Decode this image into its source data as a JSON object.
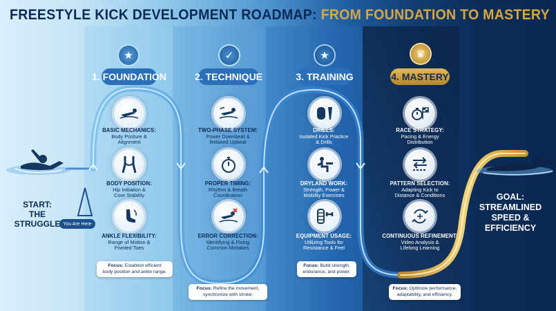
{
  "title": {
    "part1": "FREESTYLE KICK DEVELOPMENT ROADMAP:",
    "part2": "FROM FOUNDATION TO MASTERY"
  },
  "start": {
    "label": "START:\nTHE STRUGGLE",
    "line1": "START:",
    "line2": "THE STRUGGLE",
    "you_are_here": "You Are Here"
  },
  "goal": {
    "line1": "GOAL: STREAMLINED",
    "line2": "SPEED & EFFICIENCY"
  },
  "stages": [
    {
      "header": "1. FOUNDATION",
      "medal_icon": "star-medal-icon",
      "items": [
        {
          "title": "BASIC MECHANICS:",
          "desc1": "Body Posture &",
          "desc2": "Alignment",
          "icon": "swimmer-posture-icon"
        },
        {
          "title": "BODY POSITION:",
          "desc1": "Hip Initiation &",
          "desc2": "Core Stability",
          "icon": "hip-core-icon"
        },
        {
          "title": "ANKLE FLEXIBILITY:",
          "desc1": "Range of Motion &",
          "desc2": "Pointed Toes",
          "icon": "foot-icon"
        }
      ],
      "focus_label": "Focus:",
      "focus1": "Establish efficient",
      "focus2": "body position and ankle range."
    },
    {
      "header": "2. TECHNIQUE",
      "medal_icon": "check-medal-icon",
      "items": [
        {
          "title": "TWO-PHASE SYSTEM:",
          "desc1": "Power Downbeat &",
          "desc2": "Relaxed Upbeat",
          "icon": "kick-phases-icon"
        },
        {
          "title": "PROPER TIMING:",
          "desc1": "Rhythm & Breath",
          "desc2": "Coordination",
          "icon": "stopwatch-icon"
        },
        {
          "title": "ERROR CORRECTION:",
          "desc1": "Identifying & Fixing",
          "desc2": "Common Mistakes",
          "icon": "error-correction-icon"
        }
      ],
      "focus_label": "Focus:",
      "focus1": "Refine the movement,",
      "focus2": "synchronize with stroke."
    },
    {
      "header": "3. TRAINING",
      "medal_icon": "star-medal-icon",
      "items": [
        {
          "title": "DRILLS:",
          "desc1": "Isolated Kick Practice",
          "desc2": "& Drills",
          "icon": "kickboard-fins-icon"
        },
        {
          "title": "DRYLAND WORK:",
          "desc1": "Strength, Power &",
          "desc2": "Mobility Exercises",
          "icon": "dryland-exercise-icon"
        },
        {
          "title": "EQUIPMENT USAGE:",
          "desc1": "Utilizing Tools for",
          "desc2": "Resistance & Feel",
          "icon": "equipment-icon"
        }
      ],
      "focus_label": "Focus:",
      "focus1": "Build strength,",
      "focus2": "endurance, and power."
    },
    {
      "header": "4. MASTERY",
      "medal_icon": "crown-medal-icon",
      "items": [
        {
          "title": "RACE STRATEGY:",
          "desc1": "Pacing & Energy",
          "desc2": "Distribution",
          "icon": "race-stopwatch-flag-icon"
        },
        {
          "title": "PATTERN SELECTION:",
          "desc1": "Adapting Kick to",
          "desc2": "Distance & Conditions",
          "icon": "pattern-arrows-icon"
        },
        {
          "title": "CONTINUOUS REFINEMENT:",
          "desc1": "Video Analysis &",
          "desc2": "Lifelong Learning",
          "icon": "refinement-cycle-icon"
        }
      ],
      "focus_label": "Focus:",
      "focus1": "Optimize performance,",
      "focus2": "adaptability, and efficiency."
    }
  ],
  "colors": {
    "navy": "#0c2a55",
    "gold": "#d7a640",
    "blue_pill": "#2a6fb8",
    "gold_pill": "#c99a35"
  }
}
